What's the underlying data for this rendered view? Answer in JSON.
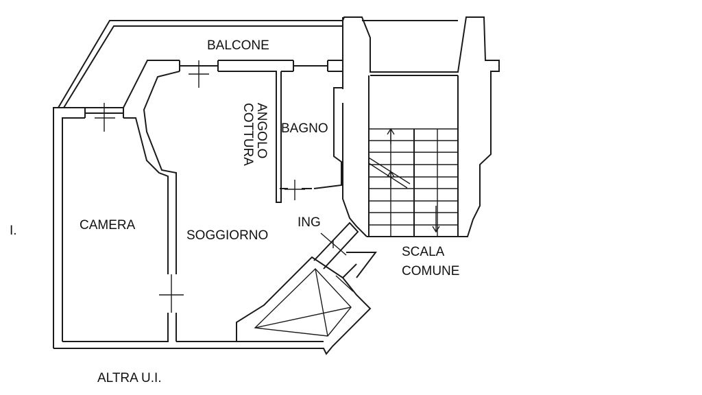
{
  "labels": {
    "balcone": "BALCONE",
    "angolo": "ANGOLO",
    "cottura": "COTTURA",
    "bagno": "BAGNO",
    "camera": "CAMERA",
    "soggiorno": "SOGGIORNO",
    "ing": "ING",
    "scala": "SCALA",
    "comune": "COMUNE",
    "altra": "ALTRA U.I.",
    "side_mark": "I."
  },
  "colors": {
    "line": "#1a1a1a",
    "background": "#ffffff"
  }
}
